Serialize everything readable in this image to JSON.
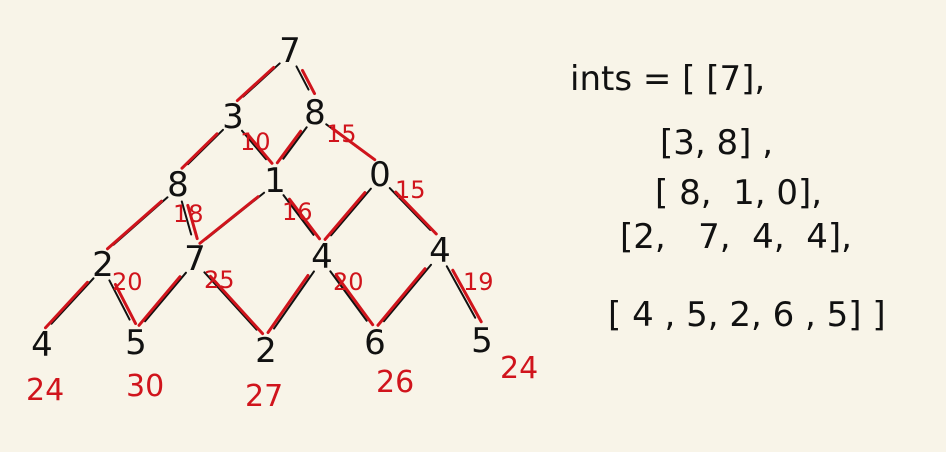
{
  "colors": {
    "background": "#f8f4e8",
    "ink": "#111111",
    "annotation": "#d0141c"
  },
  "triangle": {
    "rows": [
      [
        7
      ],
      [
        3,
        8
      ],
      [
        8,
        1,
        0
      ],
      [
        2,
        7,
        4,
        4
      ],
      [
        4,
        5,
        2,
        6,
        5
      ]
    ],
    "path_sums": [
      [
        null
      ],
      [
        10,
        15
      ],
      [
        18,
        16,
        15
      ],
      [
        20,
        25,
        20,
        19
      ],
      [
        24,
        30,
        27,
        26,
        24
      ]
    ]
  },
  "array_literal": {
    "line1": "ints = [ [7],",
    "line2": "[3, 8] ,",
    "line3": "[ 8,  1, 0],",
    "line4": "[2,   7,  4,  4],",
    "line5": "[ 4 , 5, 2, 6 , 5] ]"
  }
}
